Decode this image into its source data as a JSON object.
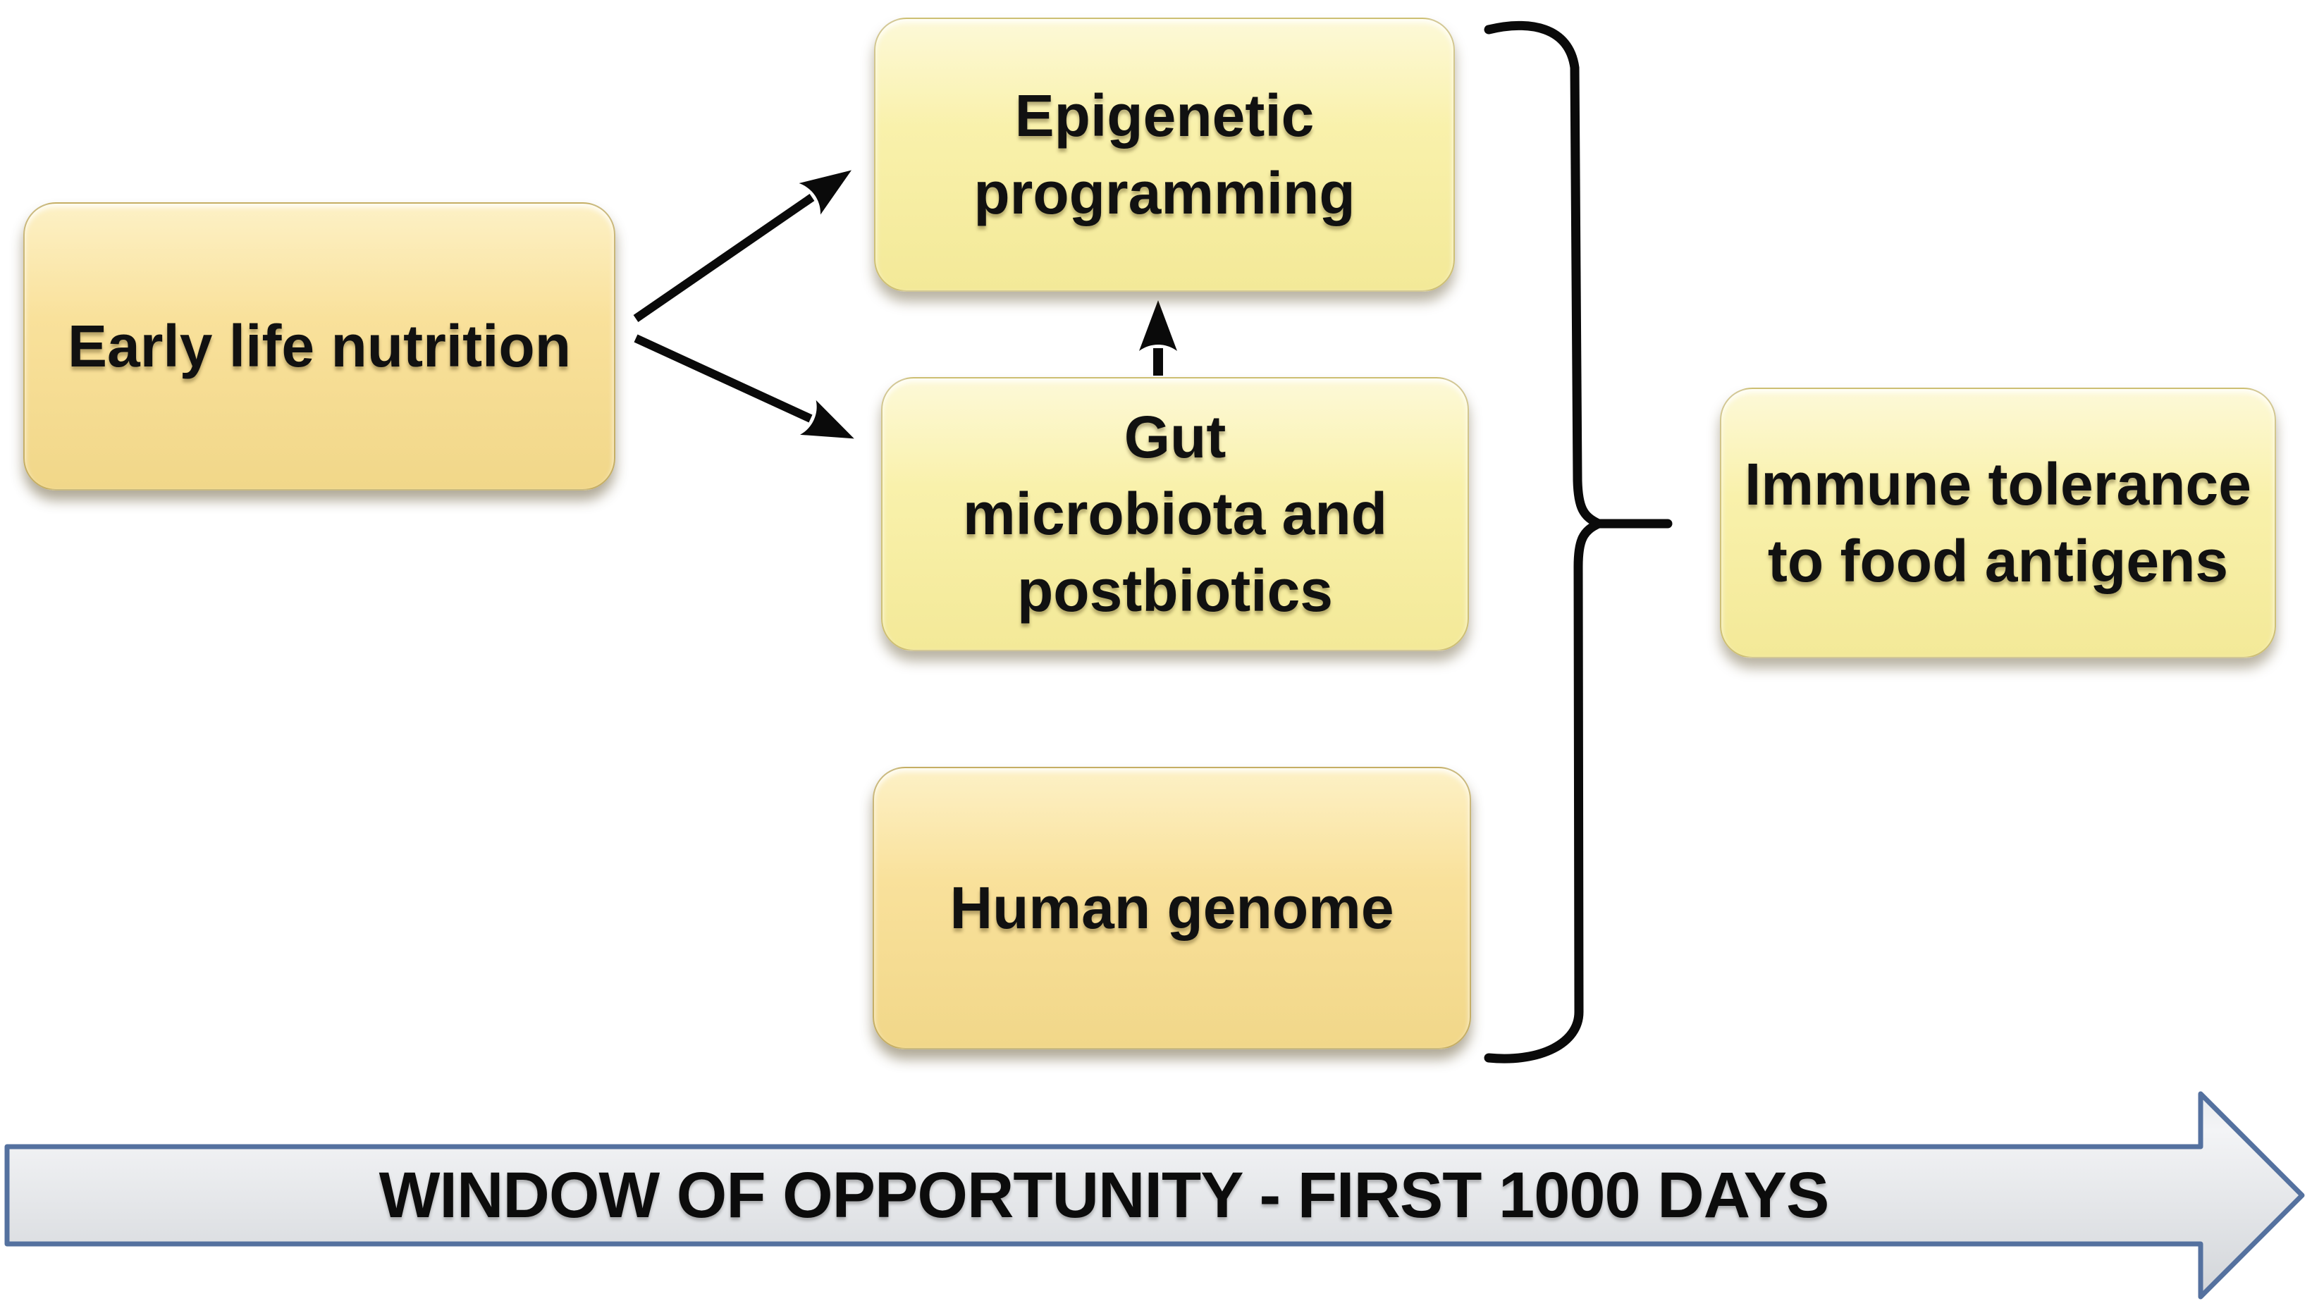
{
  "diagram": {
    "nodes": {
      "early": {
        "label": "Early life nutrition",
        "lines": [
          "Early life nutrition"
        ]
      },
      "epigenetic": {
        "label": "Epigenetic programming",
        "lines": [
          "Epigenetic",
          "programming"
        ]
      },
      "gut": {
        "label": "Gut microbiota and postbiotics",
        "lines": [
          "Gut",
          "microbiota and",
          "postbiotics"
        ]
      },
      "genome": {
        "label": "Human genome",
        "lines": [
          "Human genome"
        ]
      },
      "immune": {
        "label": "Immune tolerance to food antigens",
        "lines": [
          "Immune tolerance",
          "to food antigens"
        ]
      }
    },
    "edges": [
      {
        "from": "early",
        "to": "epigenetic",
        "type": "arrow"
      },
      {
        "from": "early",
        "to": "gut",
        "type": "arrow"
      },
      {
        "from": "gut",
        "to": "epigenetic",
        "type": "arrow"
      },
      {
        "from": "epigenetic + gut + genome",
        "to": "immune",
        "type": "curly-brace"
      }
    ]
  },
  "banner": {
    "label": "WINDOW OF OPPORTUNITY - FIRST 1000 DAYS"
  },
  "colors": {
    "background": "#ffffff",
    "node_tan": "#f9e19b",
    "node_pale": "#f9f1ab",
    "node_text": "#111111",
    "line_black": "#0a0a0a",
    "banner_border": "#54719f",
    "banner_fill_top": "#eceef0",
    "banner_fill_bottom": "#d3d6da",
    "banner_text": "#0c0c0c"
  }
}
